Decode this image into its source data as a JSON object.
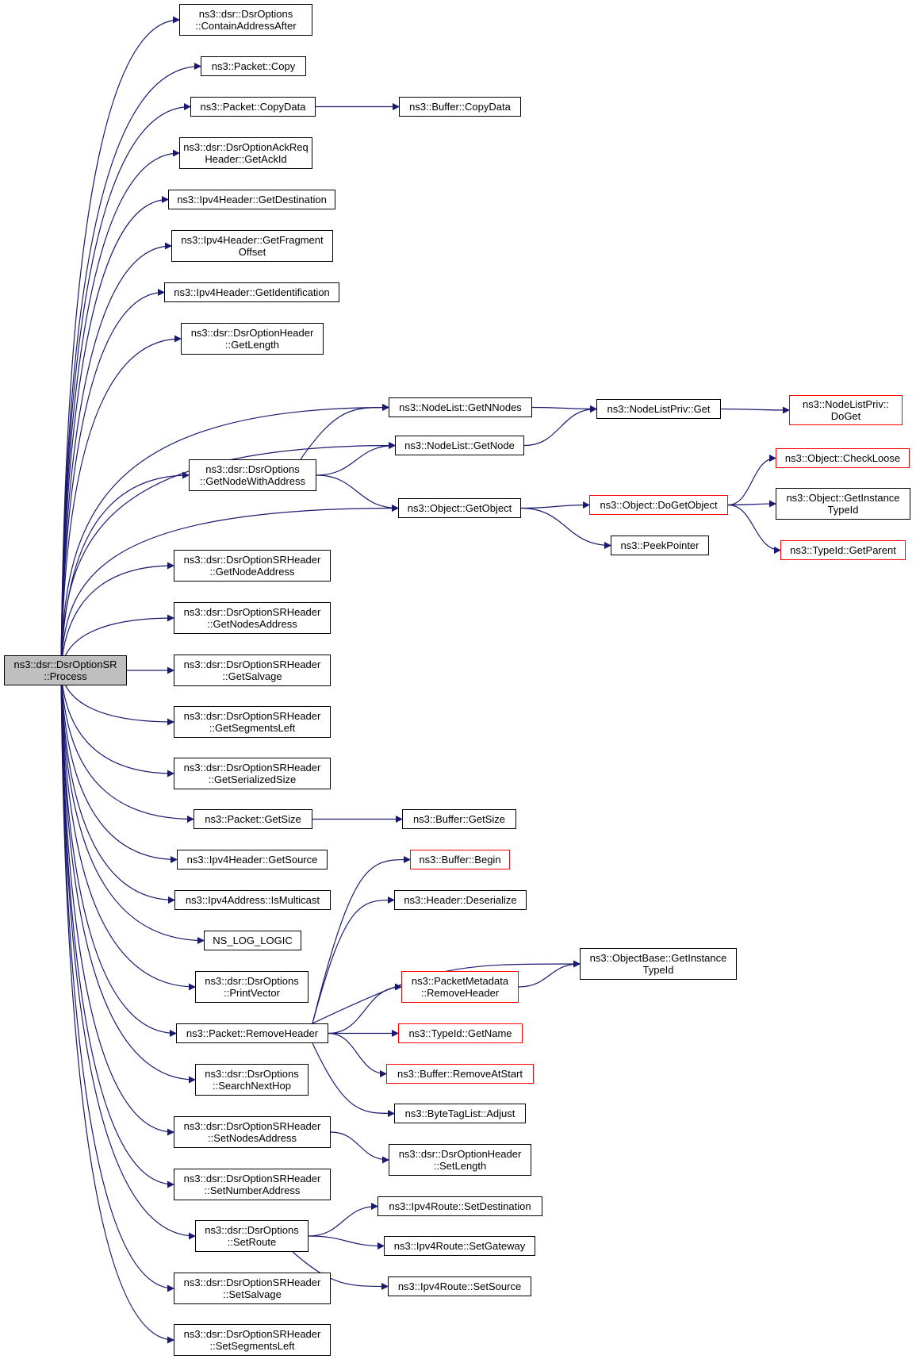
{
  "colors": {
    "edge": "#191970",
    "node_border": "#000000",
    "truncated_border": "#ff0000",
    "root_fill": "#bfbfbf",
    "node_fill": "#ffffff"
  },
  "nodes": {
    "process": {
      "l1": "ns3::dsr::DsrOptionSR",
      "l2": "::Process",
      "kind": "root"
    },
    "containAddressAfter": {
      "l1": "ns3::dsr::DsrOptions",
      "l2": "::ContainAddressAfter",
      "kind": "normal"
    },
    "packetCopy": {
      "l1": "ns3::Packet::Copy",
      "kind": "normal"
    },
    "packetCopyData": {
      "l1": "ns3::Packet::CopyData",
      "kind": "normal"
    },
    "bufferCopyData": {
      "l1": "ns3::Buffer::CopyData",
      "kind": "normal"
    },
    "getAckId": {
      "l1": "ns3::dsr::DsrOptionAckReq",
      "l2": "Header::GetAckId",
      "kind": "normal"
    },
    "getDestination": {
      "l1": "ns3::Ipv4Header::GetDestination",
      "kind": "normal"
    },
    "getFragmentOffset": {
      "l1": "ns3::Ipv4Header::GetFragment",
      "l2": "Offset",
      "kind": "normal"
    },
    "getIdentification": {
      "l1": "ns3::Ipv4Header::GetIdentification",
      "kind": "normal"
    },
    "getLength": {
      "l1": "ns3::dsr::DsrOptionHeader",
      "l2": "::GetLength",
      "kind": "normal"
    },
    "getNNodes": {
      "l1": "ns3::NodeList::GetNNodes",
      "kind": "normal"
    },
    "nodeListPrivGet": {
      "l1": "ns3::NodeListPriv::Get",
      "kind": "normal"
    },
    "nodeListPrivDoGet": {
      "l1": "ns3::NodeListPriv::",
      "l2": "DoGet",
      "kind": "truncated"
    },
    "getNode": {
      "l1": "ns3::NodeList::GetNode",
      "kind": "normal"
    },
    "getNodeWithAddress": {
      "l1": "ns3::dsr::DsrOptions",
      "l2": "::GetNodeWithAddress",
      "kind": "normal"
    },
    "objectGetObject": {
      "l1": "ns3::Object::GetObject",
      "kind": "normal"
    },
    "objectDoGetObject": {
      "l1": "ns3::Object::DoGetObject",
      "kind": "truncated"
    },
    "objectCheckLoose": {
      "l1": "ns3::Object::CheckLoose",
      "kind": "truncated"
    },
    "objectGetInstanceTypeId": {
      "l1": "ns3::Object::GetInstance",
      "l2": "TypeId",
      "kind": "normal"
    },
    "typeIdGetParent": {
      "l1": "ns3::TypeId::GetParent",
      "kind": "truncated"
    },
    "peekPointer": {
      "l1": "ns3::PeekPointer",
      "kind": "normal"
    },
    "getNodeAddress": {
      "l1": "ns3::dsr::DsrOptionSRHeader",
      "l2": "::GetNodeAddress",
      "kind": "normal"
    },
    "getNodesAddress": {
      "l1": "ns3::dsr::DsrOptionSRHeader",
      "l2": "::GetNodesAddress",
      "kind": "normal"
    },
    "getSalvage": {
      "l1": "ns3::dsr::DsrOptionSRHeader",
      "l2": "::GetSalvage",
      "kind": "normal"
    },
    "getSegmentsLeft": {
      "l1": "ns3::dsr::DsrOptionSRHeader",
      "l2": "::GetSegmentsLeft",
      "kind": "normal"
    },
    "getSerializedSize": {
      "l1": "ns3::dsr::DsrOptionSRHeader",
      "l2": "::GetSerializedSize",
      "kind": "normal"
    },
    "packetGetSize": {
      "l1": "ns3::Packet::GetSize",
      "kind": "normal"
    },
    "bufferGetSize": {
      "l1": "ns3::Buffer::GetSize",
      "kind": "normal"
    },
    "getSource": {
      "l1": "ns3::Ipv4Header::GetSource",
      "kind": "normal"
    },
    "isMulticast": {
      "l1": "ns3::Ipv4Address::IsMulticast",
      "kind": "normal"
    },
    "nsLogLogic": {
      "l1": "NS_LOG_LOGIC",
      "kind": "normal"
    },
    "printVector": {
      "l1": "ns3::dsr::DsrOptions",
      "l2": "::PrintVector",
      "kind": "normal"
    },
    "bufferBegin": {
      "l1": "ns3::Buffer::Begin",
      "kind": "truncated"
    },
    "headerDeserialize": {
      "l1": "ns3::Header::Deserialize",
      "kind": "normal"
    },
    "objectBaseGetInstanceTypeId": {
      "l1": "ns3::ObjectBase::GetInstance",
      "l2": "TypeId",
      "kind": "normal"
    },
    "packetMetadataRemoveHeader": {
      "l1": "ns3::PacketMetadata",
      "l2": "::RemoveHeader",
      "kind": "truncated"
    },
    "packetRemoveHeader": {
      "l1": "ns3::Packet::RemoveHeader",
      "kind": "normal"
    },
    "typeIdGetName": {
      "l1": "ns3::TypeId::GetName",
      "kind": "truncated"
    },
    "bufferRemoveAtStart": {
      "l1": "ns3::Buffer::RemoveAtStart",
      "kind": "truncated"
    },
    "byteTagListAdjust": {
      "l1": "ns3::ByteTagList::Adjust",
      "kind": "normal"
    },
    "searchNextHop": {
      "l1": "ns3::dsr::DsrOptions",
      "l2": "::SearchNextHop",
      "kind": "normal"
    },
    "setNodesAddress": {
      "l1": "ns3::dsr::DsrOptionSRHeader",
      "l2": "::SetNodesAddress",
      "kind": "normal"
    },
    "setLength": {
      "l1": "ns3::dsr::DsrOptionHeader",
      "l2": "::SetLength",
      "kind": "normal"
    },
    "setNumberAddress": {
      "l1": "ns3::dsr::DsrOptionSRHeader",
      "l2": "::SetNumberAddress",
      "kind": "normal"
    },
    "setRoute": {
      "l1": "ns3::dsr::DsrOptions",
      "l2": "::SetRoute",
      "kind": "normal"
    },
    "routeSetDestination": {
      "l1": "ns3::Ipv4Route::SetDestination",
      "kind": "normal"
    },
    "routeSetGateway": {
      "l1": "ns3::Ipv4Route::SetGateway",
      "kind": "normal"
    },
    "routeSetSource": {
      "l1": "ns3::Ipv4Route::SetSource",
      "kind": "normal"
    },
    "setSalvage": {
      "l1": "ns3::dsr::DsrOptionSRHeader",
      "l2": "::SetSalvage",
      "kind": "normal"
    },
    "setSegmentsLeft": {
      "l1": "ns3::dsr::DsrOptionSRHeader",
      "l2": "::SetSegmentsLeft",
      "kind": "normal"
    }
  },
  "edges": [
    [
      "process",
      "containAddressAfter"
    ],
    [
      "process",
      "packetCopy"
    ],
    [
      "process",
      "packetCopyData"
    ],
    [
      "process",
      "getAckId"
    ],
    [
      "process",
      "getDestination"
    ],
    [
      "process",
      "getFragmentOffset"
    ],
    [
      "process",
      "getIdentification"
    ],
    [
      "process",
      "getLength"
    ],
    [
      "process",
      "getNNodes"
    ],
    [
      "process",
      "getNode"
    ],
    [
      "process",
      "getNodeWithAddress"
    ],
    [
      "process",
      "objectGetObject"
    ],
    [
      "process",
      "getNodeAddress"
    ],
    [
      "process",
      "getNodesAddress"
    ],
    [
      "process",
      "getSalvage"
    ],
    [
      "process",
      "getSegmentsLeft"
    ],
    [
      "process",
      "getSerializedSize"
    ],
    [
      "process",
      "packetGetSize"
    ],
    [
      "process",
      "getSource"
    ],
    [
      "process",
      "isMulticast"
    ],
    [
      "process",
      "nsLogLogic"
    ],
    [
      "process",
      "printVector"
    ],
    [
      "process",
      "packetRemoveHeader"
    ],
    [
      "process",
      "searchNextHop"
    ],
    [
      "process",
      "setNodesAddress"
    ],
    [
      "process",
      "setNumberAddress"
    ],
    [
      "process",
      "setRoute"
    ],
    [
      "process",
      "setSalvage"
    ],
    [
      "process",
      "setSegmentsLeft"
    ],
    [
      "packetCopyData",
      "bufferCopyData"
    ],
    [
      "getNNodes",
      "nodeListPrivGet"
    ],
    [
      "nodeListPrivGet",
      "nodeListPrivDoGet"
    ],
    [
      "getNode",
      "nodeListPrivGet"
    ],
    [
      "getNodeWithAddress",
      "getNNodes"
    ],
    [
      "getNodeWithAddress",
      "getNode"
    ],
    [
      "getNodeWithAddress",
      "objectGetObject"
    ],
    [
      "objectGetObject",
      "objectDoGetObject"
    ],
    [
      "objectGetObject",
      "peekPointer"
    ],
    [
      "objectDoGetObject",
      "objectCheckLoose"
    ],
    [
      "objectDoGetObject",
      "objectGetInstanceTypeId"
    ],
    [
      "objectDoGetObject",
      "typeIdGetParent"
    ],
    [
      "packetGetSize",
      "bufferGetSize"
    ],
    [
      "packetRemoveHeader",
      "bufferBegin"
    ],
    [
      "packetRemoveHeader",
      "headerDeserialize"
    ],
    [
      "packetRemoveHeader",
      "objectBaseGetInstanceTypeId"
    ],
    [
      "packetRemoveHeader",
      "packetMetadataRemoveHeader"
    ],
    [
      "packetRemoveHeader",
      "typeIdGetName"
    ],
    [
      "packetRemoveHeader",
      "bufferRemoveAtStart"
    ],
    [
      "packetRemoveHeader",
      "byteTagListAdjust"
    ],
    [
      "packetMetadataRemoveHeader",
      "objectBaseGetInstanceTypeId"
    ],
    [
      "setNodesAddress",
      "setLength"
    ],
    [
      "setRoute",
      "routeSetDestination"
    ],
    [
      "setRoute",
      "routeSetGateway"
    ],
    [
      "setRoute",
      "routeSetSource"
    ]
  ]
}
